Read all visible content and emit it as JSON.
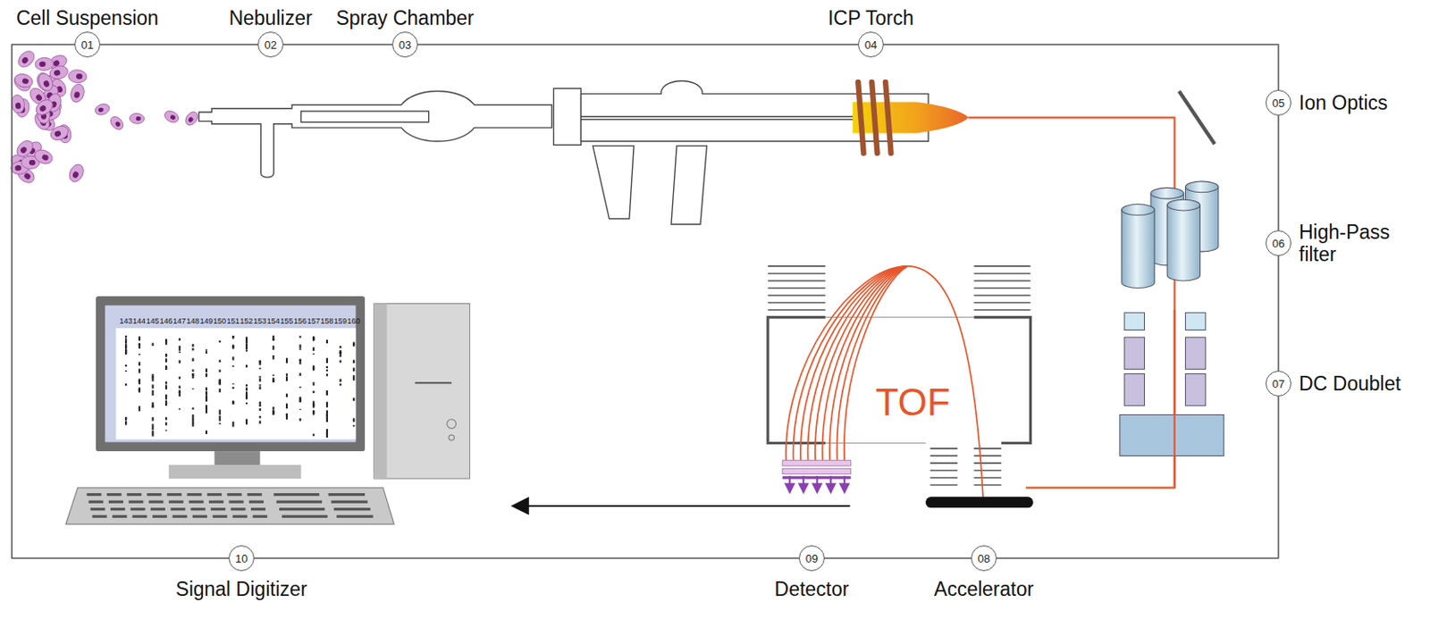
{
  "diagram": {
    "nodes": [
      {
        "text": [
          "01",
          "Cell Suspension"
        ]
      },
      {
        "text": [
          "02",
          "Nebulizer"
        ]
      },
      {
        "text": [
          "03",
          "Spray Chamber"
        ]
      },
      {
        "text": [
          "04",
          "ICP Torch"
        ]
      },
      {
        "text": [
          "05",
          "Ion Optics"
        ]
      },
      {
        "text": [
          "06",
          "High-Pass filter"
        ]
      },
      {
        "text": [
          "07",
          "DC Doublet"
        ]
      },
      {
        "text": [
          "08",
          "Accelerator"
        ]
      },
      {
        "text": [
          "09",
          "Detector"
        ]
      },
      {
        "text": [
          "10",
          "Signal Digitizer"
        ]
      }
    ],
    "edges": [
      {
        "from": 0,
        "to": 1,
        "arrow": "none"
      },
      {
        "from": 1,
        "to": 2,
        "arrow": "none"
      },
      {
        "from": 2,
        "to": 3,
        "arrow": "none"
      },
      {
        "from": 3,
        "to": 4,
        "arrow": "none"
      },
      {
        "from": 4,
        "to": 5,
        "arrow": "none"
      },
      {
        "from": 5,
        "to": 6,
        "arrow": "none"
      },
      {
        "from": 6,
        "to": 7,
        "arrow": "none"
      },
      {
        "from": 7,
        "to": 8,
        "arrow": "none"
      },
      {
        "from": 8,
        "to": 9,
        "arrow": "none"
      },
      {
        "from": 9,
        "to": 0,
        "arrow": "none"
      }
    ],
    "labels": [
      "TOF",
      "143",
      "144",
      "145",
      "146",
      "147",
      "148",
      "149",
      "150",
      "151",
      "152",
      "153",
      "154",
      "155",
      "156",
      "157",
      "158",
      "159",
      "160"
    ]
  }
}
